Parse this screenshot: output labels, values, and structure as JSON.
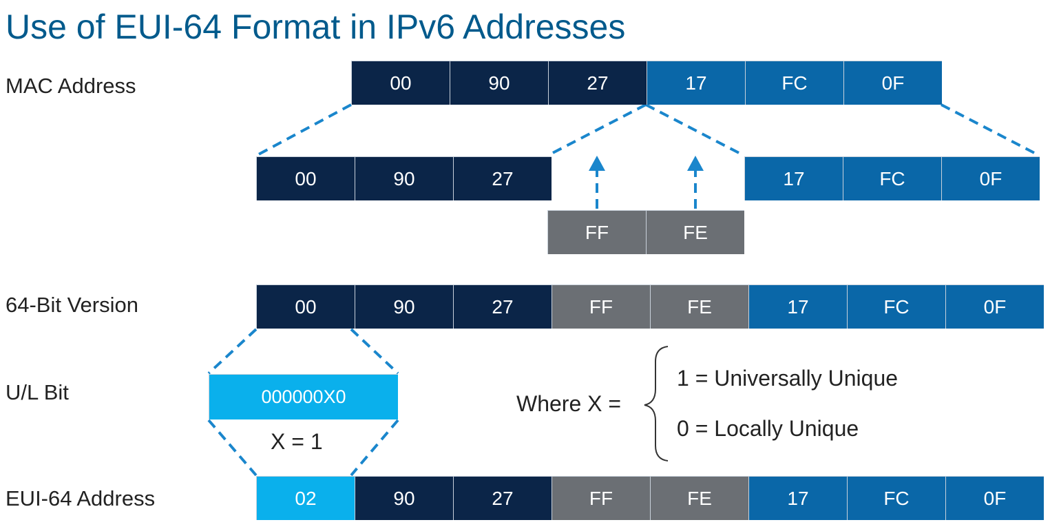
{
  "title": "Use of EUI-64 Format in IPv6 Addresses",
  "colors": {
    "navy": "#0b2548",
    "blue": "#0a67a8",
    "gray": "#6b6f74",
    "cyan": "#0ab0ec",
    "dash": "#1a86cc",
    "title": "#005a8c"
  },
  "rows": {
    "mac": {
      "label": "MAC Address",
      "cells": [
        {
          "text": "00",
          "color": "navy"
        },
        {
          "text": "90",
          "color": "navy"
        },
        {
          "text": "27",
          "color": "navy"
        },
        {
          "text": "17",
          "color": "blue"
        },
        {
          "text": "FC",
          "color": "blue"
        },
        {
          "text": "0F",
          "color": "blue"
        }
      ]
    },
    "split": {
      "left": [
        {
          "text": "00",
          "color": "navy"
        },
        {
          "text": "90",
          "color": "navy"
        },
        {
          "text": "27",
          "color": "navy"
        }
      ],
      "right": [
        {
          "text": "17",
          "color": "blue"
        },
        {
          "text": "FC",
          "color": "blue"
        },
        {
          "text": "0F",
          "color": "blue"
        }
      ],
      "insert": [
        {
          "text": "FF",
          "color": "gray"
        },
        {
          "text": "FE",
          "color": "gray"
        }
      ]
    },
    "bit64": {
      "label": "64-Bit Version",
      "cells": [
        {
          "text": "00",
          "color": "navy"
        },
        {
          "text": "90",
          "color": "navy"
        },
        {
          "text": "27",
          "color": "navy"
        },
        {
          "text": "FF",
          "color": "gray"
        },
        {
          "text": "FE",
          "color": "gray"
        },
        {
          "text": "17",
          "color": "blue"
        },
        {
          "text": "FC",
          "color": "blue"
        },
        {
          "text": "0F",
          "color": "blue"
        }
      ]
    },
    "ulbit": {
      "label": "U/L Bit",
      "value": "000000X0",
      "x_value": "X = 1"
    },
    "eui64": {
      "label": "EUI-64 Address",
      "cells": [
        {
          "text": "02",
          "color": "cyan"
        },
        {
          "text": "90",
          "color": "navy"
        },
        {
          "text": "27",
          "color": "navy"
        },
        {
          "text": "FF",
          "color": "gray"
        },
        {
          "text": "FE",
          "color": "gray"
        },
        {
          "text": "17",
          "color": "blue"
        },
        {
          "text": "FC",
          "color": "blue"
        },
        {
          "text": "0F",
          "color": "blue"
        }
      ]
    }
  },
  "legend": {
    "where": "Where X =",
    "one": "1 = Universally Unique",
    "zero": "0 = Locally Unique"
  }
}
